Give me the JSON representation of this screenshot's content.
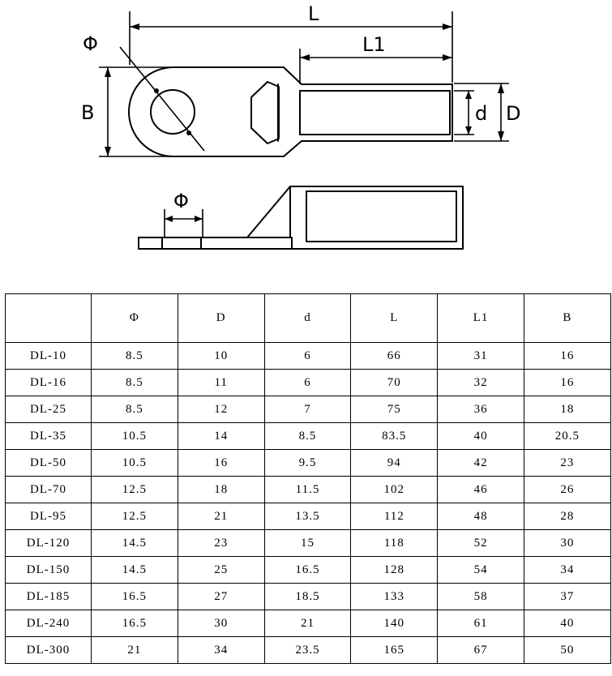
{
  "drawing": {
    "labels": {
      "L": "L",
      "L1": "L1",
      "B": "B",
      "d": "d",
      "D": "D",
      "phi_top": "Φ",
      "phi_side": "Φ"
    }
  },
  "table": {
    "columns": [
      "",
      "Φ",
      "D",
      "d",
      "L",
      "L1",
      "B"
    ],
    "rows": [
      [
        "DL-10",
        "8.5",
        "10",
        "6",
        "66",
        "31",
        "16"
      ],
      [
        "DL-16",
        "8.5",
        "11",
        "6",
        "70",
        "32",
        "16"
      ],
      [
        "DL-25",
        "8.5",
        "12",
        "7",
        "75",
        "36",
        "18"
      ],
      [
        "DL-35",
        "10.5",
        "14",
        "8.5",
        "83.5",
        "40",
        "20.5"
      ],
      [
        "DL-50",
        "10.5",
        "16",
        "9.5",
        "94",
        "42",
        "23"
      ],
      [
        "DL-70",
        "12.5",
        "18",
        "11.5",
        "102",
        "46",
        "26"
      ],
      [
        "DL-95",
        "12.5",
        "21",
        "13.5",
        "112",
        "48",
        "28"
      ],
      [
        "DL-120",
        "14.5",
        "23",
        "15",
        "118",
        "52",
        "30"
      ],
      [
        "DL-150",
        "14.5",
        "25",
        "16.5",
        "128",
        "54",
        "34"
      ],
      [
        "DL-185",
        "16.5",
        "27",
        "18.5",
        "133",
        "58",
        "37"
      ],
      [
        "DL-240",
        "16.5",
        "30",
        "21",
        "140",
        "61",
        "40"
      ],
      [
        "DL-300",
        "21",
        "34",
        "23.5",
        "165",
        "67",
        "50"
      ]
    ]
  }
}
